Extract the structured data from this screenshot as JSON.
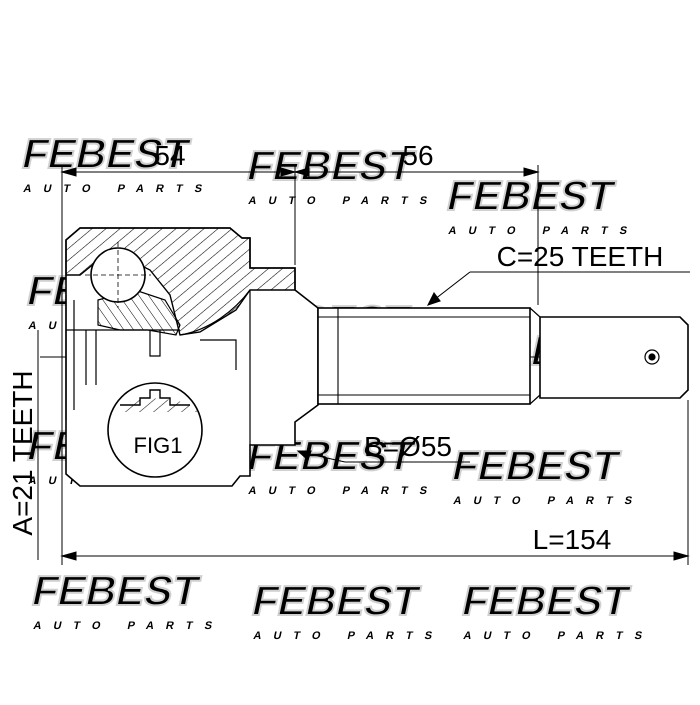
{
  "dimensions": {
    "top_left": "54",
    "top_right": "56",
    "outer_spline": "C=25 TEETH",
    "diameter": "B=Ø55",
    "length": "L=154",
    "inner_spline": "A=21 TEETH"
  },
  "figure_label": "FIG1",
  "watermark": {
    "brand": "FEBEST",
    "tagline": "AUTO PARTS"
  },
  "colors": {
    "line": "#000000",
    "watermark": "#d9d9d9"
  }
}
